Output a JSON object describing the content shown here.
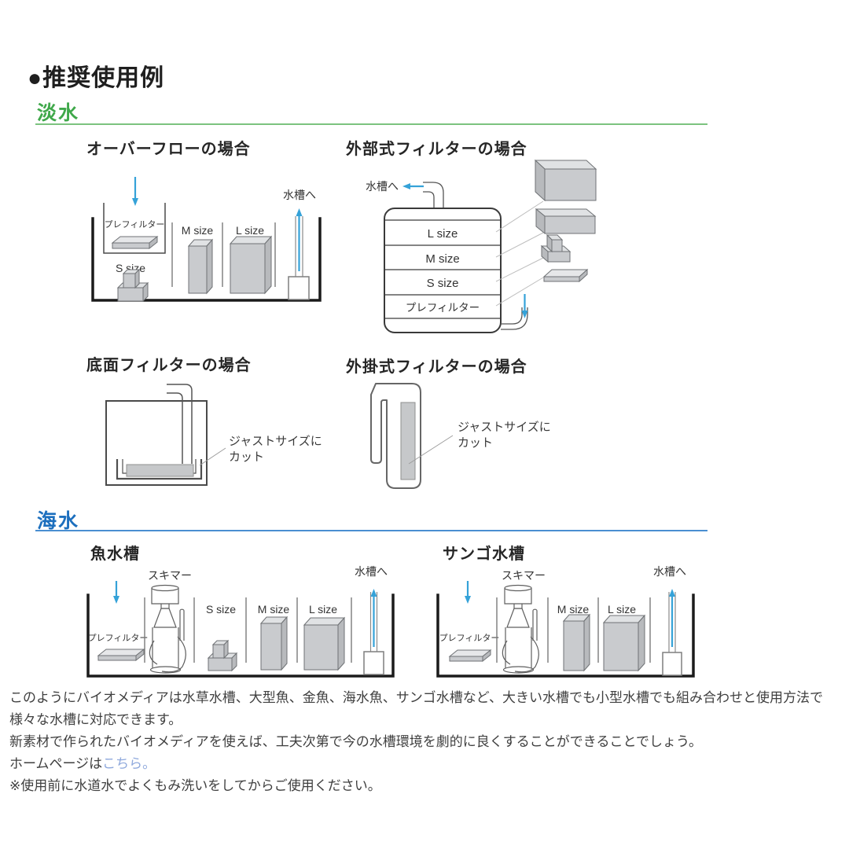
{
  "title": "●推奨使用例",
  "sections": {
    "freshwater": "淡水",
    "saltwater": "海水"
  },
  "overflow": {
    "title": "オーバーフローの場合",
    "to_tank": "水槽へ",
    "prefilter": "プレフィルター",
    "s": "S size",
    "m": "M size",
    "l": "L size"
  },
  "external": {
    "title": "外部式フィルターの場合",
    "to_tank": "水槽へ",
    "row_l": "L size",
    "row_m": "M size",
    "row_s": "S size",
    "row_pre": "プレフィルター"
  },
  "bottom_filter": {
    "title": "底面フィルターの場合",
    "cut_line1": "ジャストサイズに",
    "cut_line2": "カット"
  },
  "hangon": {
    "title": "外掛式フィルターの場合",
    "cut_line1": "ジャストサイズに",
    "cut_line2": "カット"
  },
  "fish": {
    "title": "魚水槽",
    "skimmer": "スキマー",
    "to_tank": "水槽へ",
    "prefilter": "プレフィルター",
    "s": "S size",
    "m": "M size",
    "l": "L size"
  },
  "coral": {
    "title": "サンゴ水槽",
    "skimmer": "スキマー",
    "to_tank": "水槽へ",
    "prefilter": "プレフィルター",
    "m": "M size",
    "l": "L size"
  },
  "footer": {
    "para1": "このようにバイオメディアは水草水槽、大型魚、金魚、海水魚、サンゴ水槽など、大きい水槽でも小型水槽でも組み合わせと使用方法で様々な水槽に対応できます。",
    "para2": "新素材で作られたバイオメディアを使えば、工夫次第で今の水槽環境を劇的に良くすることができることでしょう。",
    "homepage_prefix": "ホームページは",
    "homepage_link": "こちら",
    "homepage_suffix": "。",
    "note": "※使用前に水道水でよくもみ洗いをしてからご使用ください。"
  },
  "colors": {
    "green": "#3fa84a",
    "blue": "#1c6fbe",
    "arrow": "#35a2d8",
    "link": "#8ea8dc",
    "note": "#4c4ccd"
  }
}
